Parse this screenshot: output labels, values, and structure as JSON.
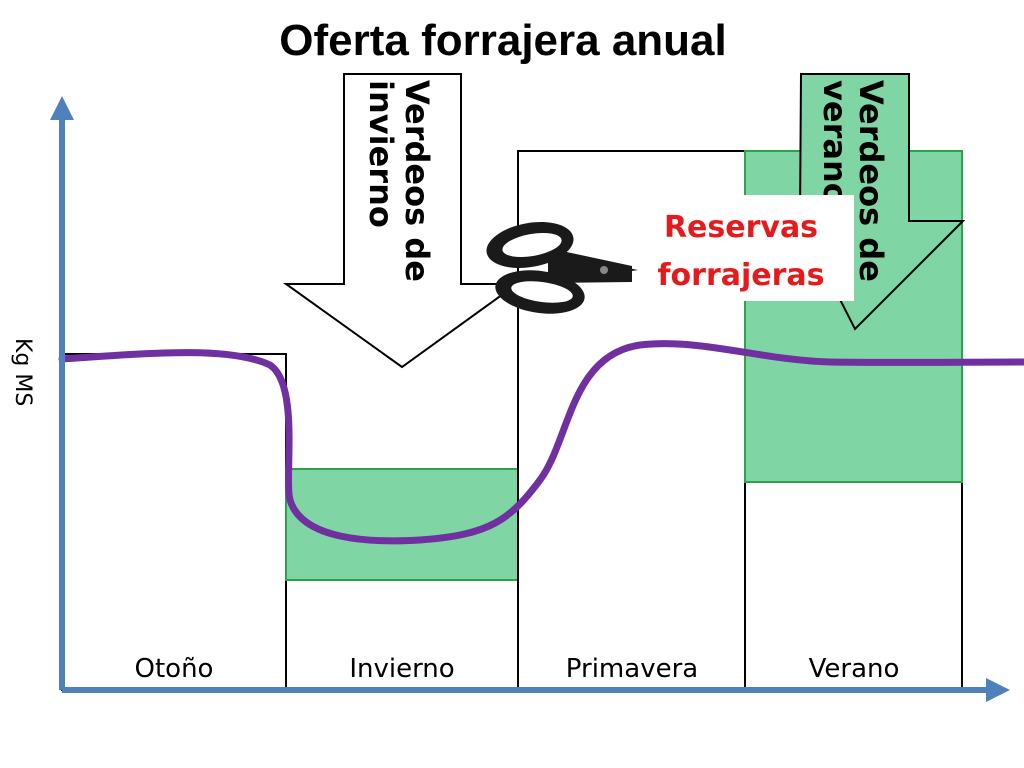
{
  "title": "Oferta forrajera anual",
  "y_axis_label": "Kg MS",
  "seasons": [
    "Otoño",
    "Invierno",
    "Primavera",
    "Verano"
  ],
  "arrow_winter": {
    "line1": "Verdeos de",
    "line2": "invierno"
  },
  "arrow_summer": {
    "line1": "Verdeos de",
    "line2": "verano"
  },
  "reserves": {
    "line1": "Reservas",
    "line2": "forrajeras"
  },
  "icons": {
    "scissors": "scissors-icon"
  },
  "colors": {
    "axis": "#4f81bd",
    "curve": "#7030a0",
    "fill_green": "#7fd6a4",
    "fill_green_stroke": "#2ca24c",
    "reserves_text": "#e41a1c"
  }
}
